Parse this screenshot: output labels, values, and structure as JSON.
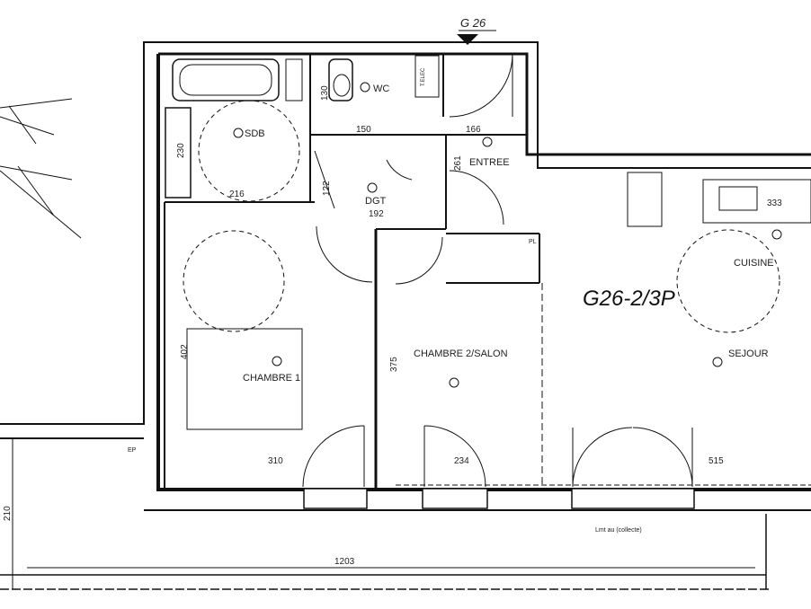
{
  "plan": {
    "unit_id": "G26-2/3P",
    "marker": "G 26",
    "rooms": {
      "wc": "WC",
      "sdb": "SDB",
      "entree": "ENTREE",
      "dgt": "DGT",
      "cuisine": "CUISINE",
      "sejour": "SEJOUR",
      "chambre1": "CHAMBRE 1",
      "chambre2": "CHAMBRE 2/SALON"
    },
    "dimensions": {
      "d130": "130",
      "d150": "150",
      "d166": "166",
      "d261": "261",
      "d230": "230",
      "d216": "216",
      "d122": "122",
      "d192": "192",
      "d402": "402",
      "d375": "375",
      "d310": "310",
      "d234": "234",
      "d515": "515",
      "d333": "333",
      "d210": "210",
      "d1203": "1203"
    },
    "small_labels": {
      "elec": "T.ELEC",
      "pl": "PL",
      "ep": "EP",
      "balcony_note": "Lmt au (collecte)"
    }
  }
}
